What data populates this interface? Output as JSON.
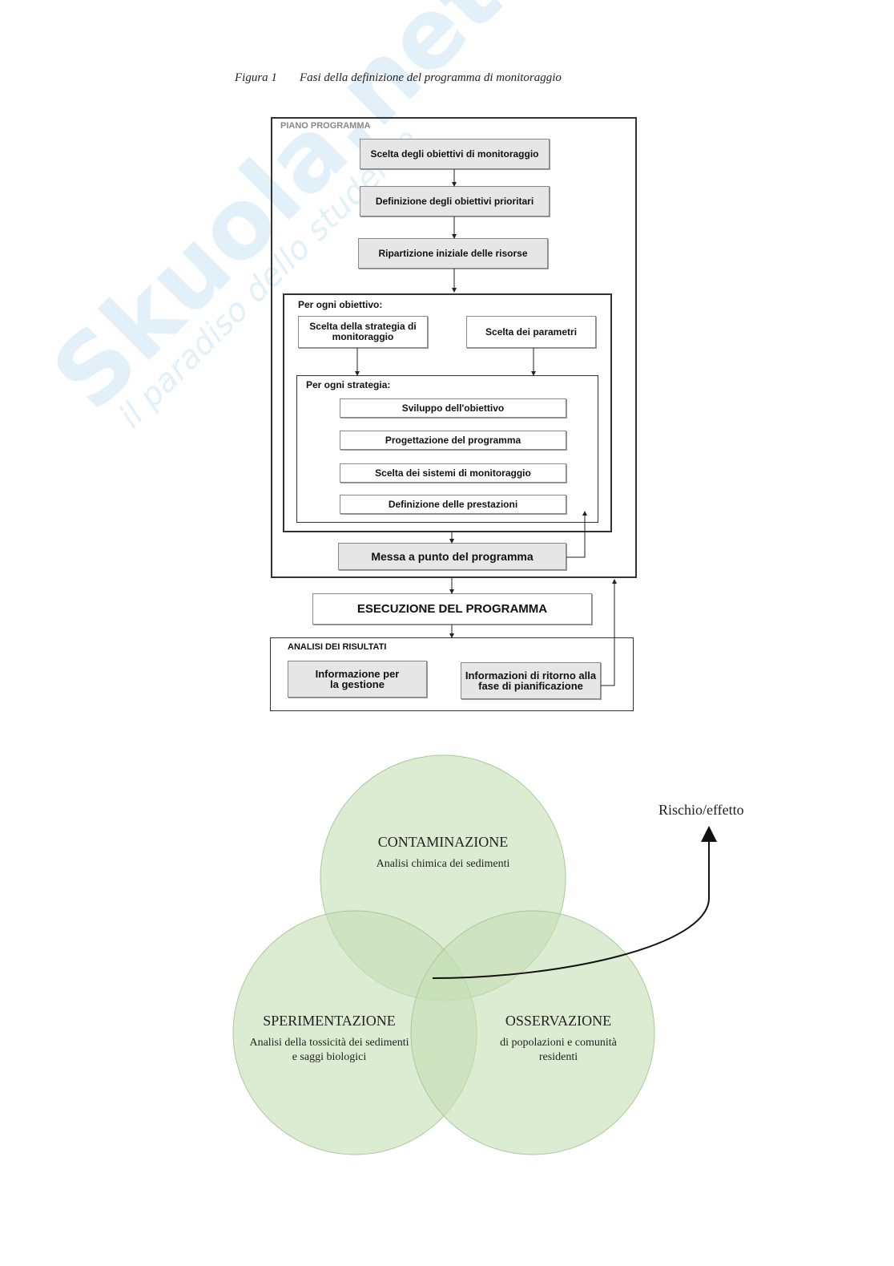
{
  "watermark": {
    "brand": "Skuola.net",
    "tagline": "il paradiso dello studente"
  },
  "figure": {
    "label": "Figura 1",
    "title": "Fasi della definizione del programma di monitoraggio",
    "piano": {
      "heading": "PIANO PROGRAMMA",
      "steps": [
        "Scelta degli obiettivi di monitoraggio",
        "Definizione degli obiettivi prioritari",
        "Ripartizione iniziale delle risorse"
      ],
      "per_obiettivo": {
        "heading": "Per ogni obiettivo:",
        "strategy": "Scelta della strategia di monitoraggio",
        "params": "Scelta dei parametri",
        "per_strategia": {
          "heading": "Per ogni strategia:",
          "items": [
            "Sviluppo dell'obiettivo",
            "Progettazione del programma",
            "Scelta dei sistemi di monitoraggio",
            "Definizione delle prestazioni"
          ]
        }
      },
      "messa_a_punto": "Messa a punto del programma"
    },
    "esecuzione": "ESECUZIONE DEL PROGRAMMA",
    "analisi": {
      "heading": "ANALISI DEI RISULTATI",
      "left": "Informazione per la gestione",
      "right": "Informazioni di ritorno alla fase di pianificazione"
    }
  },
  "venn": {
    "top": {
      "title": "CONTAMINAZIONE",
      "subtitle": "Analisi chimica dei sedimenti"
    },
    "left": {
      "title": "SPERIMENTAZIONE",
      "subtitle": "Analisi della tossicità dei sedimenti e saggi biologici"
    },
    "right": {
      "title": "OSSERVAZIONE",
      "subtitle": "di popolazioni e comunità residenti"
    },
    "arrow_label": "Rischio/effetto",
    "fill_color": "#c4dfb4",
    "stroke_color": "#a9c99a"
  }
}
